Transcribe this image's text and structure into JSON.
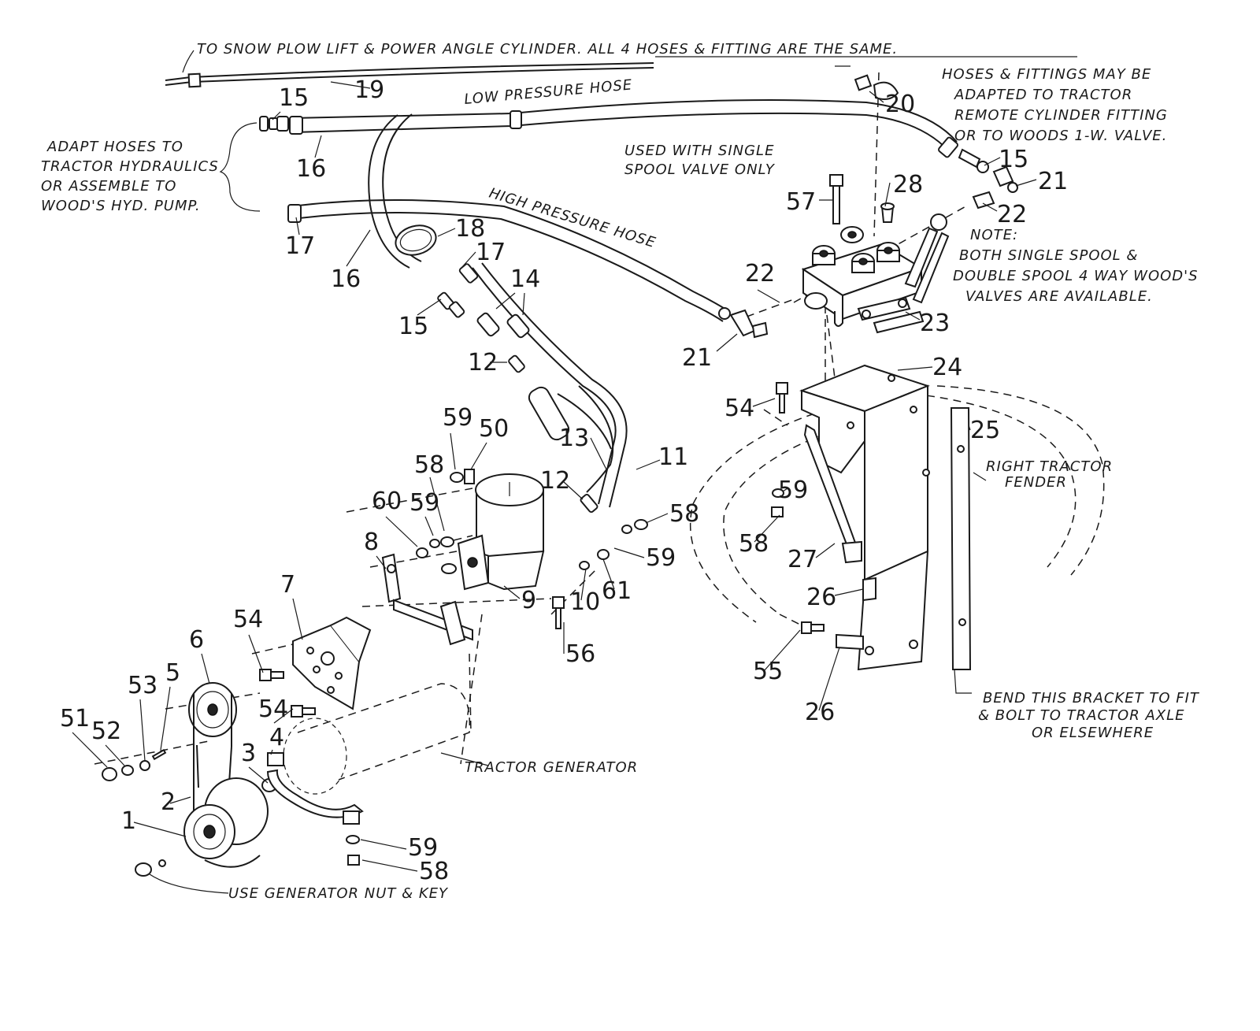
{
  "notes": {
    "top_line": "TO SNOW PLOW LIFT & POWER ANGLE CYLINDER. ALL 4 HOSES & FITTING ARE THE SAME.",
    "low_pressure_hose": "LOW PRESSURE HOSE",
    "high_pressure_hose": "HIGH PRESSURE HOSE",
    "adapt_hoses": [
      "ADAPT HOSES TO",
      "TRACTOR HYDRAULICS",
      "OR ASSEMBLE TO",
      "WOOD'S HYD. PUMP."
    ],
    "hoses_fittings": [
      "HOSES & FITTINGS MAY BE",
      "ADAPTED TO TRACTOR",
      "REMOTE CYLINDER FITTING",
      "OR TO WOODS 1-W. VALVE."
    ],
    "single_spool": [
      "USED WITH SINGLE",
      "SPOOL VALVE ONLY"
    ],
    "valve_note": [
      "NOTE:",
      "BOTH SINGLE SPOOL &",
      "DOUBLE SPOOL 4 WAY WOOD'S",
      "VALVES ARE AVAILABLE."
    ],
    "fender": [
      "RIGHT TRACTOR",
      "FENDER"
    ],
    "bracket": [
      "BEND THIS BRACKET TO FIT",
      "& BOLT TO TRACTOR AXLE",
      "OR ELSEWHERE"
    ],
    "generator": "TRACTOR GENERATOR",
    "generator_nut": "USE GENERATOR NUT & KEY"
  },
  "callouts": [
    {
      "id": "c19",
      "label": "19"
    },
    {
      "id": "c20",
      "label": "20"
    },
    {
      "id": "c15a",
      "label": "15"
    },
    {
      "id": "c16a",
      "label": "16"
    },
    {
      "id": "c17a",
      "label": "17"
    },
    {
      "id": "c15b",
      "label": "15"
    },
    {
      "id": "c21a",
      "label": "21"
    },
    {
      "id": "c22a",
      "label": "22"
    },
    {
      "id": "c28",
      "label": "28"
    },
    {
      "id": "c57",
      "label": "57"
    },
    {
      "id": "c18",
      "label": "18"
    },
    {
      "id": "c17b",
      "label": "17"
    },
    {
      "id": "c16b",
      "label": "16"
    },
    {
      "id": "c14",
      "label": "14"
    },
    {
      "id": "c15c",
      "label": "15"
    },
    {
      "id": "c12a",
      "label": "12"
    },
    {
      "id": "c22b",
      "label": "22"
    },
    {
      "id": "c21b",
      "label": "21"
    },
    {
      "id": "c23",
      "label": "23"
    },
    {
      "id": "c24",
      "label": "24"
    },
    {
      "id": "c54a",
      "label": "54"
    },
    {
      "id": "c25",
      "label": "25"
    },
    {
      "id": "c13",
      "label": "13"
    },
    {
      "id": "c11",
      "label": "11"
    },
    {
      "id": "c59a",
      "label": "59"
    },
    {
      "id": "c50",
      "label": "50"
    },
    {
      "id": "c58a",
      "label": "58"
    },
    {
      "id": "c60",
      "label": "60"
    },
    {
      "id": "c59b",
      "label": "59"
    },
    {
      "id": "c12b",
      "label": "12"
    },
    {
      "id": "c58b",
      "label": "58"
    },
    {
      "id": "c59c",
      "label": "59"
    },
    {
      "id": "c58c",
      "label": "58"
    },
    {
      "id": "c59d",
      "label": "59"
    },
    {
      "id": "c8",
      "label": "8"
    },
    {
      "id": "c9",
      "label": "9"
    },
    {
      "id": "c10",
      "label": "10"
    },
    {
      "id": "c61",
      "label": "61"
    },
    {
      "id": "c27",
      "label": "27"
    },
    {
      "id": "c26a",
      "label": "26"
    },
    {
      "id": "c7",
      "label": "7"
    },
    {
      "id": "c54b",
      "label": "54"
    },
    {
      "id": "c56",
      "label": "56"
    },
    {
      "id": "c55",
      "label": "55"
    },
    {
      "id": "c26b",
      "label": "26"
    },
    {
      "id": "c6",
      "label": "6"
    },
    {
      "id": "c5",
      "label": "5"
    },
    {
      "id": "c53",
      "label": "53"
    },
    {
      "id": "c54c",
      "label": "54"
    },
    {
      "id": "c51",
      "label": "51"
    },
    {
      "id": "c52",
      "label": "52"
    },
    {
      "id": "c4",
      "label": "4"
    },
    {
      "id": "c3",
      "label": "3"
    },
    {
      "id": "c2",
      "label": "2"
    },
    {
      "id": "c1",
      "label": "1"
    },
    {
      "id": "c59e",
      "label": "59"
    },
    {
      "id": "c58d",
      "label": "58"
    }
  ]
}
